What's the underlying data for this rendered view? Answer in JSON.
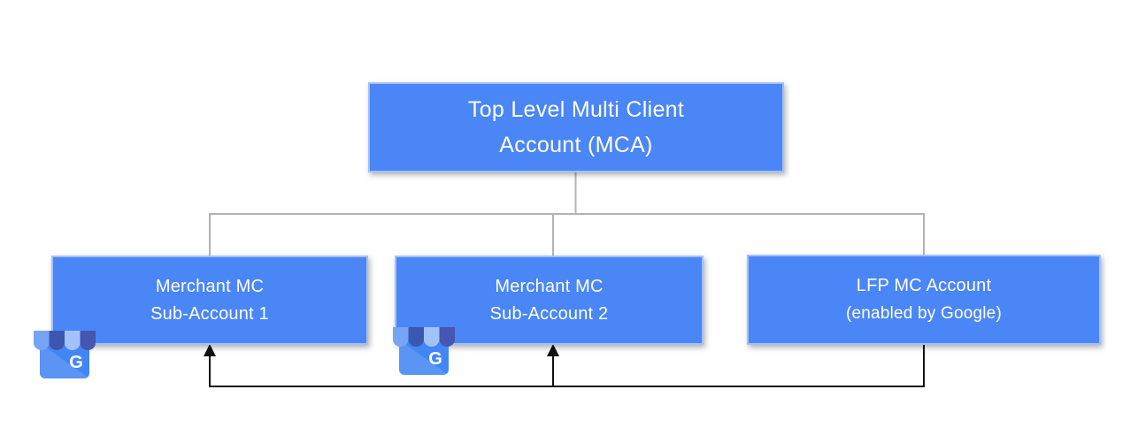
{
  "diagram": {
    "nodes": {
      "mca": {
        "line1": "Top Level Multi Client",
        "line2": "Account (MCA)"
      },
      "sub1": {
        "line1": "Merchant MC",
        "line2": "Sub-Account 1"
      },
      "sub2": {
        "line1": "Merchant MC",
        "line2": "Sub-Account 2"
      },
      "lfp": {
        "line1": "LFP MC Account",
        "line2": "(enabled by Google)"
      }
    },
    "icons": [
      {
        "name": "google-my-business-icon",
        "letter": "G"
      },
      {
        "name": "google-my-business-icon",
        "letter": "G"
      }
    ],
    "edges": [
      {
        "from": "mca",
        "to": "sub1",
        "style": "tree-gray"
      },
      {
        "from": "mca",
        "to": "sub2",
        "style": "tree-gray"
      },
      {
        "from": "mca",
        "to": "lfp",
        "style": "tree-gray"
      },
      {
        "from": "lfp",
        "to": "sub1",
        "style": "arrow-black"
      },
      {
        "from": "lfp",
        "to": "sub2",
        "style": "arrow-black"
      }
    ],
    "colors": {
      "node_fill": "#4A86F5",
      "node_text": "#FFFFFF",
      "tree_line": "#B3B3B3",
      "arrow_line": "#111111",
      "background": "#FFFFFF",
      "awning_stripe_light_1": "#76A4F6",
      "awning_stripe_dark_1": "#3C57B0",
      "awning_stripe_light_2": "#A2C2FA",
      "awning_stripe_dark_2": "#4557B2",
      "icon_body": "#4285F4"
    }
  }
}
